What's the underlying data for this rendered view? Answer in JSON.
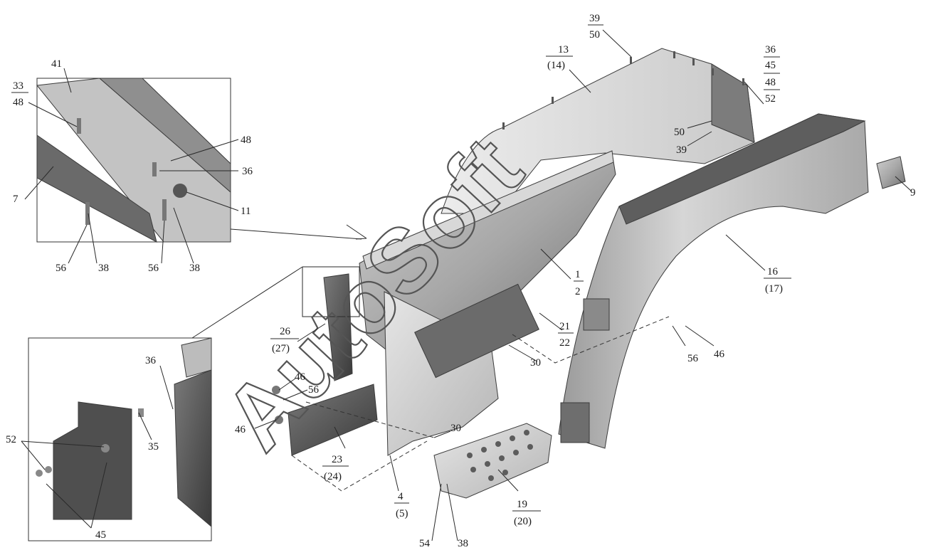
{
  "diagram": {
    "watermark": "AutoSoft",
    "callouts": [
      {
        "id": "c39-50",
        "line1": "39",
        "line2": "50"
      },
      {
        "id": "c13-14",
        "line1": "13",
        "line2": "(14)"
      },
      {
        "id": "c36-45-48-52",
        "lines": [
          "36",
          "45",
          "48",
          "52"
        ]
      },
      {
        "id": "c50",
        "text": "50"
      },
      {
        "id": "c39",
        "text": "39"
      },
      {
        "id": "c9",
        "text": "9"
      },
      {
        "id": "c41",
        "text": "41"
      },
      {
        "id": "c33-48",
        "line1": "33",
        "line2": "48"
      },
      {
        "id": "c48",
        "text": "48"
      },
      {
        "id": "c36a",
        "text": "36"
      },
      {
        "id": "c7",
        "text": "7"
      },
      {
        "id": "c11",
        "text": "11"
      },
      {
        "id": "c56a",
        "text": "56"
      },
      {
        "id": "c38a",
        "text": "38"
      },
      {
        "id": "c56b",
        "text": "56"
      },
      {
        "id": "c38b",
        "text": "38"
      },
      {
        "id": "c1-2",
        "line1": "1",
        "line2": "2"
      },
      {
        "id": "c16-17",
        "line1": "16",
        "line2": "(17)"
      },
      {
        "id": "c21-22",
        "line1": "21",
        "line2": "22"
      },
      {
        "id": "c26-27",
        "line1": "26",
        "line2": "(27)"
      },
      {
        "id": "c30a",
        "text": "30"
      },
      {
        "id": "c56c",
        "text": "56"
      },
      {
        "id": "c46a",
        "text": "46"
      },
      {
        "id": "c36b",
        "text": "36"
      },
      {
        "id": "c46b",
        "text": "46"
      },
      {
        "id": "c56d",
        "text": "56"
      },
      {
        "id": "c46c",
        "text": "46"
      },
      {
        "id": "c30b",
        "text": "30"
      },
      {
        "id": "c23-24",
        "line1": "23",
        "line2": "(24)"
      },
      {
        "id": "c35",
        "text": "35"
      },
      {
        "id": "c52",
        "text": "52"
      },
      {
        "id": "c4-5",
        "line1": "4",
        "line2": "(5)"
      },
      {
        "id": "c19-20",
        "line1": "19",
        "line2": "(20)"
      },
      {
        "id": "c45",
        "text": "45"
      },
      {
        "id": "c54",
        "text": "54"
      },
      {
        "id": "c38c",
        "text": "38"
      }
    ]
  }
}
